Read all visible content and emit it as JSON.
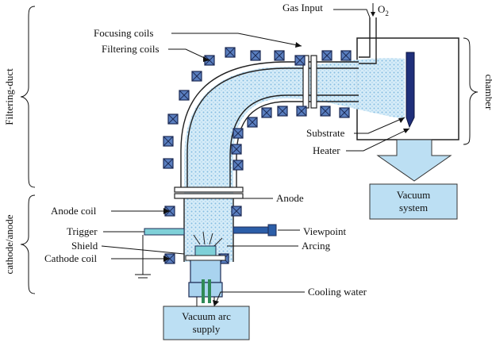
{
  "labels": {
    "gas_input": "Gas Input",
    "o2": "O",
    "o2_sub": "2",
    "focusing_coils": "Focusing coils",
    "filtering_coils": "Filtering coils",
    "filtering_duct": "Filtering-duct",
    "chamber": "chamber",
    "substrate": "Substrate",
    "heater": "Heater",
    "vacuum_system_line1": "Vacuum",
    "vacuum_system_line2": "system",
    "anode": "Anode",
    "anode_coil": "Anode coil",
    "trigger": "Trigger",
    "viewpoint": "Viewpoint",
    "shield": "Shield",
    "arcing": "Arcing",
    "cathode_coil": "Cathode coil",
    "cathode_anode": "cathode/anode",
    "cooling_water": "Cooling water",
    "vacuum_arc_supply_line1": "Vacuum arc",
    "vacuum_arc_supply_line2": "supply"
  },
  "colors": {
    "coil_fill": "#5a7fc0",
    "plasma": "#a9d3ef",
    "box_fill": "#bcdff3",
    "substrate": "#1f2f7a",
    "cooling_pipe": "#2f8a57",
    "trigger_rod": "#7fd0d8",
    "viewpoint": "#2c5ea8"
  }
}
